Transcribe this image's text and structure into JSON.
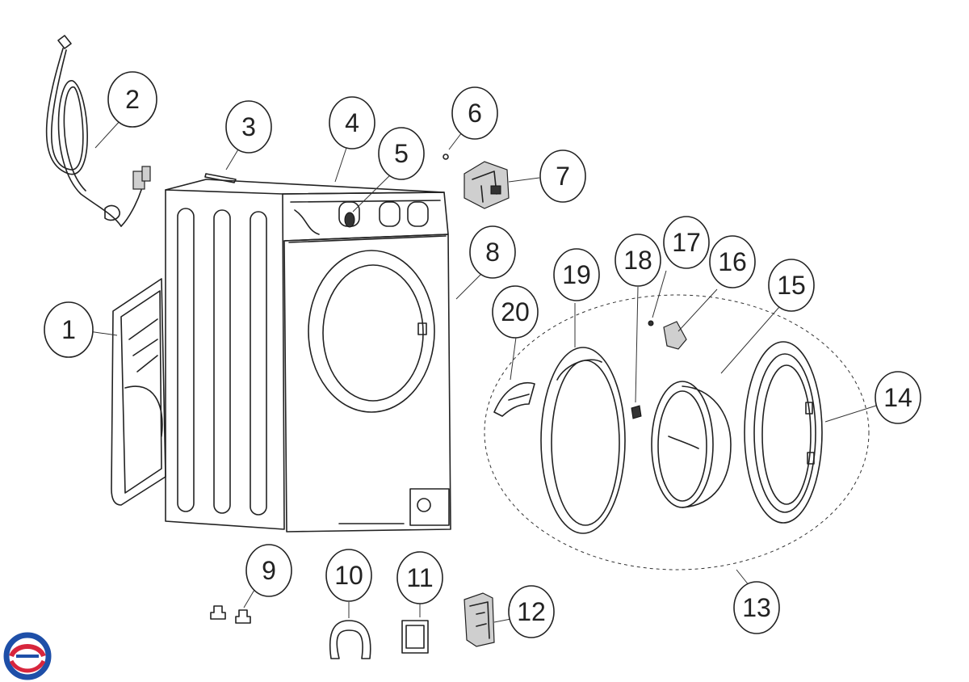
{
  "diagram": {
    "callouts": [
      {
        "id": "1",
        "label": "1"
      },
      {
        "id": "2",
        "label": "2"
      },
      {
        "id": "3",
        "label": "3"
      },
      {
        "id": "4",
        "label": "4"
      },
      {
        "id": "5",
        "label": "5"
      },
      {
        "id": "6",
        "label": "6"
      },
      {
        "id": "7",
        "label": "7"
      },
      {
        "id": "8",
        "label": "8"
      },
      {
        "id": "9",
        "label": "9"
      },
      {
        "id": "10",
        "label": "10"
      },
      {
        "id": "11",
        "label": "11"
      },
      {
        "id": "12",
        "label": "12"
      },
      {
        "id": "13",
        "label": "13"
      },
      {
        "id": "14",
        "label": "14"
      },
      {
        "id": "15",
        "label": "15"
      },
      {
        "id": "16",
        "label": "16"
      },
      {
        "id": "17",
        "label": "17"
      },
      {
        "id": "18",
        "label": "18"
      },
      {
        "id": "19",
        "label": "19"
      },
      {
        "id": "20",
        "label": "20"
      }
    ],
    "colors": {
      "line": "#222222",
      "logo_blue": "#1e4fa8",
      "logo_red": "#d7263d"
    }
  }
}
